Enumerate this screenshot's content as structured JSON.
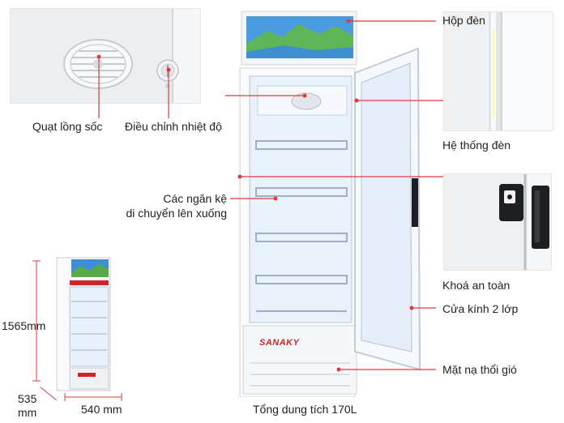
{
  "labels": {
    "hop_den": "Hộp đèn",
    "he_thong_den": "Hệ thống đèn",
    "quat_long_soc": "Quạt lồng sốc",
    "dieu_chinh_nhiet_do": "Điều chỉnh nhiệt độ",
    "ngan_ke_line1": "Các ngăn kệ",
    "ngan_ke_line2": "di chuyển lên xuống",
    "khoa_an_toan": "Khoá an toàn",
    "cua_kinh": "Cửa kính 2 lớp",
    "mat_na": "Mặt nạ thổi gió",
    "dung_tich": "Tổng dung tích 170L",
    "height": "1565mm",
    "depth_line1": "535",
    "depth_line2": "mm",
    "width": "540 mm"
  },
  "brand": {
    "name": "SANAKY",
    "color": "#d2232a"
  },
  "colors": {
    "leader_line": "#e23b3b",
    "fridge_blue": "#2a6fd6"
  },
  "icons": [
    "fan-icon",
    "thermostat-knob-icon",
    "lock-icon",
    "led-strip-icon"
  ]
}
